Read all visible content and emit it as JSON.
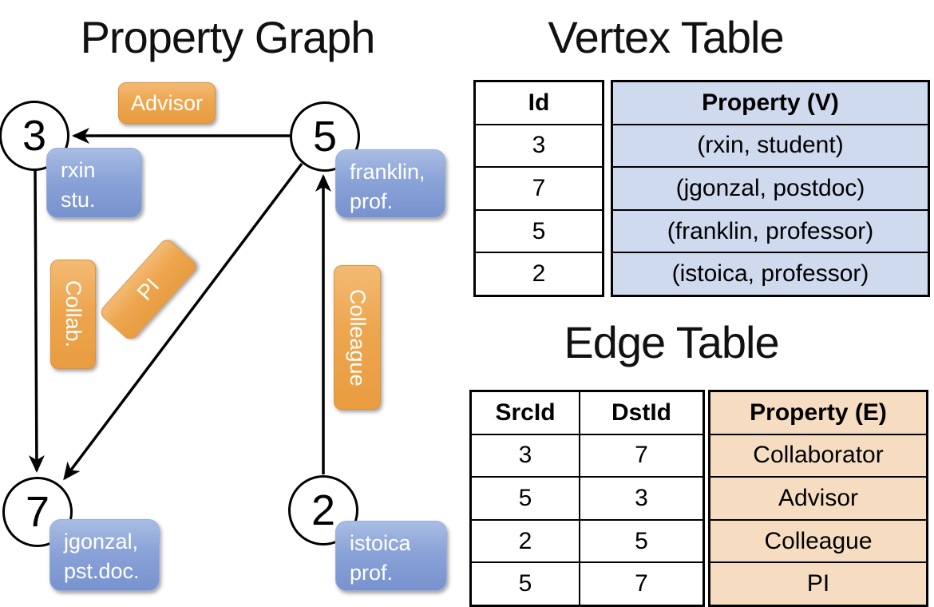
{
  "graph": {
    "title": "Property Graph",
    "nodes": [
      {
        "id": "3",
        "label_line1": "rxin",
        "label_line2": "stu."
      },
      {
        "id": "5",
        "label_line1": "franklin,",
        "label_line2": "prof."
      },
      {
        "id": "7",
        "label_line1": "jgonzal,",
        "label_line2": "pst.doc."
      },
      {
        "id": "2",
        "label_line1": "istoica",
        "label_line2": "prof."
      }
    ],
    "edge_labels": {
      "advisor": "Advisor",
      "collab": "Collab.",
      "pi": "PI",
      "colleague": "Colleague"
    }
  },
  "vertex_table": {
    "title": "Vertex Table",
    "headers": {
      "id": "Id",
      "property": "Property (V)"
    },
    "rows": [
      {
        "id": "3",
        "property": "(rxin, student)"
      },
      {
        "id": "7",
        "property": "(jgonzal, postdoc)"
      },
      {
        "id": "5",
        "property": "(franklin, professor)"
      },
      {
        "id": "2",
        "property": "(istoica, professor)"
      }
    ]
  },
  "edge_table": {
    "title": "Edge Table",
    "headers": {
      "src": "SrcId",
      "dst": "DstId",
      "property": "Property (E)"
    },
    "rows": [
      {
        "src": "3",
        "dst": "7",
        "property": "Collaborator"
      },
      {
        "src": "5",
        "dst": "3",
        "property": "Advisor"
      },
      {
        "src": "2",
        "dst": "5",
        "property": "Colleague"
      },
      {
        "src": "5",
        "dst": "7",
        "property": "PI"
      }
    ]
  },
  "colors": {
    "edge_label_orange": "#EDA64F",
    "node_label_blue": "#8AA3D8",
    "vertex_property_fill": "#CFDAEF",
    "edge_property_fill": "#F6DDC1",
    "line": "#000000"
  }
}
